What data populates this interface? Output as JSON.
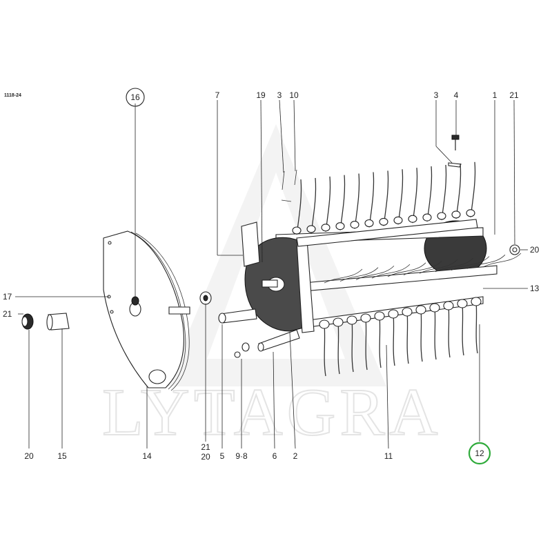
{
  "drawing_code": "1118-24",
  "watermark": "LYTAGRA",
  "colors": {
    "highlight": "#2eaa3a",
    "ink": "#222222",
    "watermark": "#e4e4e4"
  },
  "labels": {
    "l7": "7",
    "l19": "19",
    "l3a": "3",
    "l10": "10",
    "l16": "16",
    "l3b": "3",
    "l4": "4",
    "l1": "1",
    "l21a": "21",
    "l20a": "20",
    "l13": "13",
    "l17": "17",
    "l21b": "21",
    "l20b": "20",
    "l15": "15",
    "l14": "14",
    "l21c": "21",
    "l20c": "20",
    "l5": "5",
    "l98": "9·8",
    "l6": "6",
    "l2": "2",
    "l11": "11",
    "l12": "12"
  }
}
